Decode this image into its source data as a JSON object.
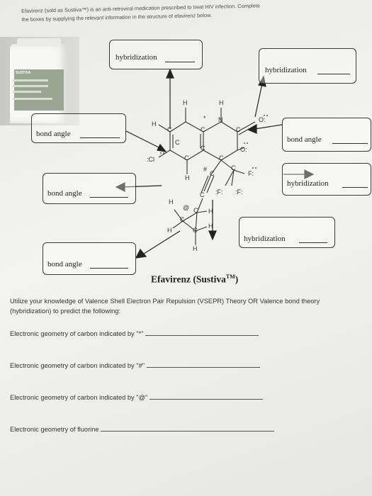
{
  "intro": {
    "line1": "Efavirenz (sold as Sustiva™) is an anti-retroviral medication prescribed to treat HIV infection. Complete",
    "line2": "the boxes by supplying the relevant information in the structure of efavirenz below."
  },
  "photo": {
    "brand": "SUSTIVA"
  },
  "boxes": {
    "hyb_top_left": "hybridization",
    "hyb_top_right": "hybridization",
    "bond_angle_left_upper": "bond angle",
    "bond_angle_right": "bond angle",
    "bond_angle_left_mid": "bond angle",
    "hyb_right_mid": "hybridization",
    "hyb_lower_right": "hybridization",
    "bond_angle_bottom": "bond angle"
  },
  "atoms": {
    "H1": "H",
    "H2": "H",
    "H3": "H",
    "C1": "C",
    "star": "*",
    "C2": "C",
    "N": "N",
    "C3": "C",
    "O1": "O:",
    "C4": "C",
    "C5": "C",
    "C6": "C",
    "C7": "C",
    "O2": "O:",
    "Cl": ":Cl",
    "C8": "C",
    "hash": "#",
    "H4": "H",
    "C9": "C",
    "C10": "C",
    "F1": "F:",
    "F2": ":F:",
    "F3": ":F:",
    "C11": "C",
    "H5": "H",
    "at": "@",
    "C12": "C",
    "H6": "H",
    "C13": "C",
    "H7": "H",
    "C14": "C",
    "H8": "H",
    "H9": "H"
  },
  "molecule_title": {
    "name": "Efavirenz (Sustiva",
    "tm": "TM",
    "close": ")"
  },
  "instructions": "Utilize your knowledge of Valence Shell Electron Pair Repulsion (VSEPR) Theory OR Valence bond theory (hybridization) to predict the following:",
  "questions": {
    "q1": "Electronic geometry of carbon indicated by \"*\"",
    "q2": "Electronic geometry of carbon indicated by \"#\"",
    "q3": "Electronic geometry of carbon indicated by \"@\"",
    "q4": "Electronic geometry of fluorine"
  }
}
